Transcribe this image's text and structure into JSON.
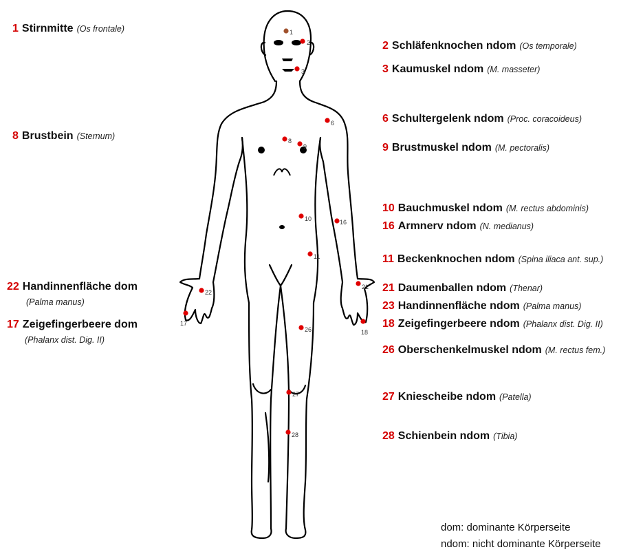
{
  "points": {
    "p1": {
      "num": "1",
      "name": "Stirnmitte",
      "latin": "(Os frontale)"
    },
    "p2": {
      "num": "2",
      "name": "Schläfenknochen ndom",
      "latin": "(Os temporale)"
    },
    "p3": {
      "num": "3",
      "name": "Kaumuskel ndom",
      "latin": "(M. masseter)"
    },
    "p6": {
      "num": "6",
      "name": "Schultergelenk ndom",
      "latin": "(Proc. coracoideus)"
    },
    "p8": {
      "num": "8",
      "name": "Brustbein",
      "latin": "(Sternum)"
    },
    "p9": {
      "num": "9",
      "name": "Brustmuskel ndom",
      "latin": "(M. pectoralis)"
    },
    "p10": {
      "num": "10",
      "name": "Bauchmuskel ndom",
      "latin": "(M. rectus abdominis)"
    },
    "p16": {
      "num": "16",
      "name": "Armnerv ndom",
      "latin": "(N. medianus)"
    },
    "p11": {
      "num": "11",
      "name": "Beckenknochen ndom",
      "latin": "(Spina iliaca ant. sup.)"
    },
    "p21": {
      "num": "21",
      "name": "Daumenballen ndom",
      "latin": "(Thenar)"
    },
    "p23": {
      "num": "23",
      "name": "Handinnenfläche ndom",
      "latin": "(Palma manus)"
    },
    "p18": {
      "num": "18",
      "name": "Zeigefingerbeere ndom",
      "latin": "(Phalanx dist. Dig. II)"
    },
    "p26": {
      "num": "26",
      "name": "Oberschenkelmuskel ndom",
      "latin": "(M. rectus fem.)"
    },
    "p27": {
      "num": "27",
      "name": "Kniescheibe ndom",
      "latin": "(Patella)"
    },
    "p28": {
      "num": "28",
      "name": "Schienbein ndom",
      "latin": "(Tibia)"
    },
    "p22": {
      "num": "22",
      "name": "Handinnenfläche dom",
      "latin": "(Palma manus)"
    },
    "p17": {
      "num": "17",
      "name": "Zeigefingerbeere dom",
      "latin": "(Phalanx dist. Dig. II)"
    }
  },
  "figure_markers": [
    "1",
    "2",
    "3",
    "6",
    "8",
    "9",
    "10",
    "16",
    "11",
    "21",
    "22",
    "17",
    "18",
    "26",
    "27",
    "28"
  ],
  "legend": {
    "dom": "dom: dominante Körperseite",
    "ndom": "ndom: nicht dominante Körperseite"
  },
  "colors": {
    "point": "#e00000",
    "number": "#d40000",
    "point1": "#a0522d"
  }
}
